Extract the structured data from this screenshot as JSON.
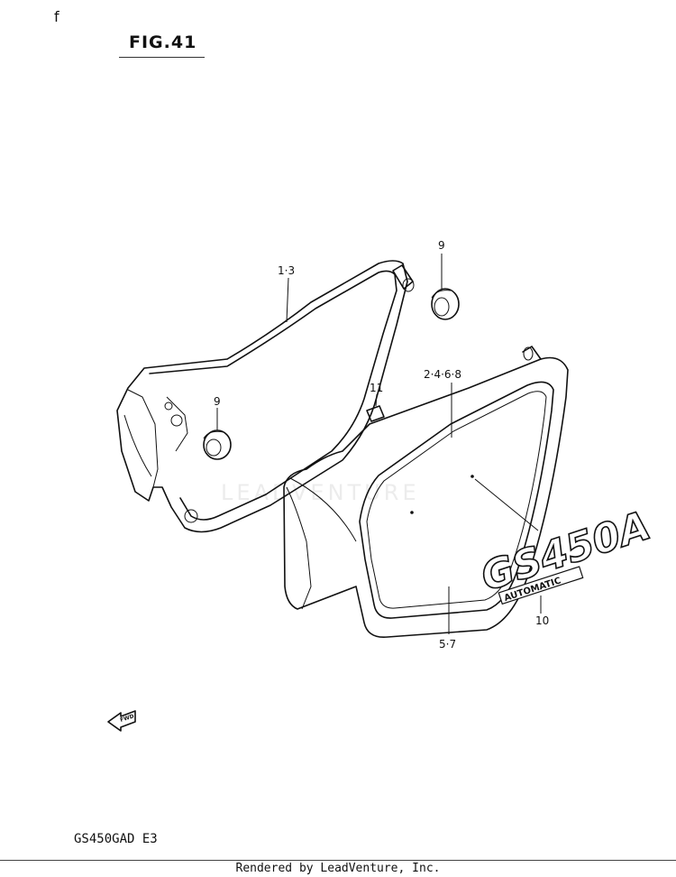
{
  "figure": {
    "title": "FIG.41",
    "corner_mark": "f",
    "watermark": "LEADVENTURE",
    "model_code": "GS450GAD E3",
    "footer": "Rendered by LeadVenture, Inc."
  },
  "callouts": {
    "left_cover": "1·3",
    "grommet_top": "9",
    "grommet_left": "9",
    "clip": "11",
    "right_cover": "2·4·6·8",
    "right_cover_lower": "5·7",
    "emblem": "10"
  },
  "emblem": {
    "main_text": "GS450A",
    "sub_text": "AUTOMATIC"
  },
  "fwd_arrow": {
    "label": "FWD"
  }
}
